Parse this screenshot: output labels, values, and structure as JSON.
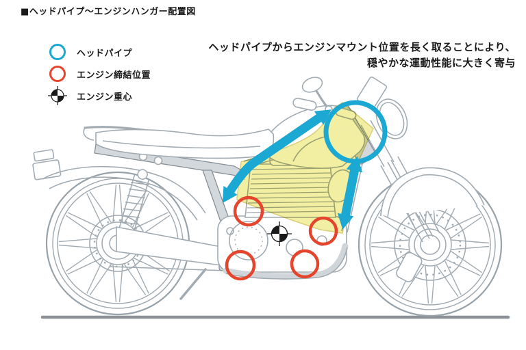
{
  "title": "■ヘッドパイプ～エンジンハンガー配置図",
  "legend": {
    "items": [
      {
        "icon": "headpipe-circle-icon",
        "label": "ヘッドパイプ",
        "color": "#1ba8d2"
      },
      {
        "icon": "engine-mount-circle-icon",
        "label": "エンジン締結位置",
        "color": "#e5452c"
      },
      {
        "icon": "center-of-gravity-icon",
        "label": "エンジン重心",
        "color": "#1a1a1a"
      }
    ]
  },
  "caption": {
    "line1": "ヘッドパイプからエンジンマウント位置を長く取ることにより、",
    "line2": "穏やかな運動性能に大きく寄与"
  },
  "diagram": {
    "subject": "motorcycle-side-view-line-art",
    "highlight_area": "head-pipe-to-engine-hanger-frame-area",
    "annotations": {
      "headpipe_circle": {
        "color": "#1ba8d2"
      },
      "engine_mount_circles": 4,
      "center_of_gravity_marker": 1,
      "double_arrows": 2
    }
  },
  "colors": {
    "cyan": "#1ba8d2",
    "red": "#e5452c",
    "yellow": "#f2efa2",
    "ink": "#1a1a1a",
    "line": "#a2abb2",
    "line-dark": "#868f96",
    "fill-gray": "#d3d8dc",
    "ground": "#8b9196",
    "bg": "#ffffff"
  }
}
